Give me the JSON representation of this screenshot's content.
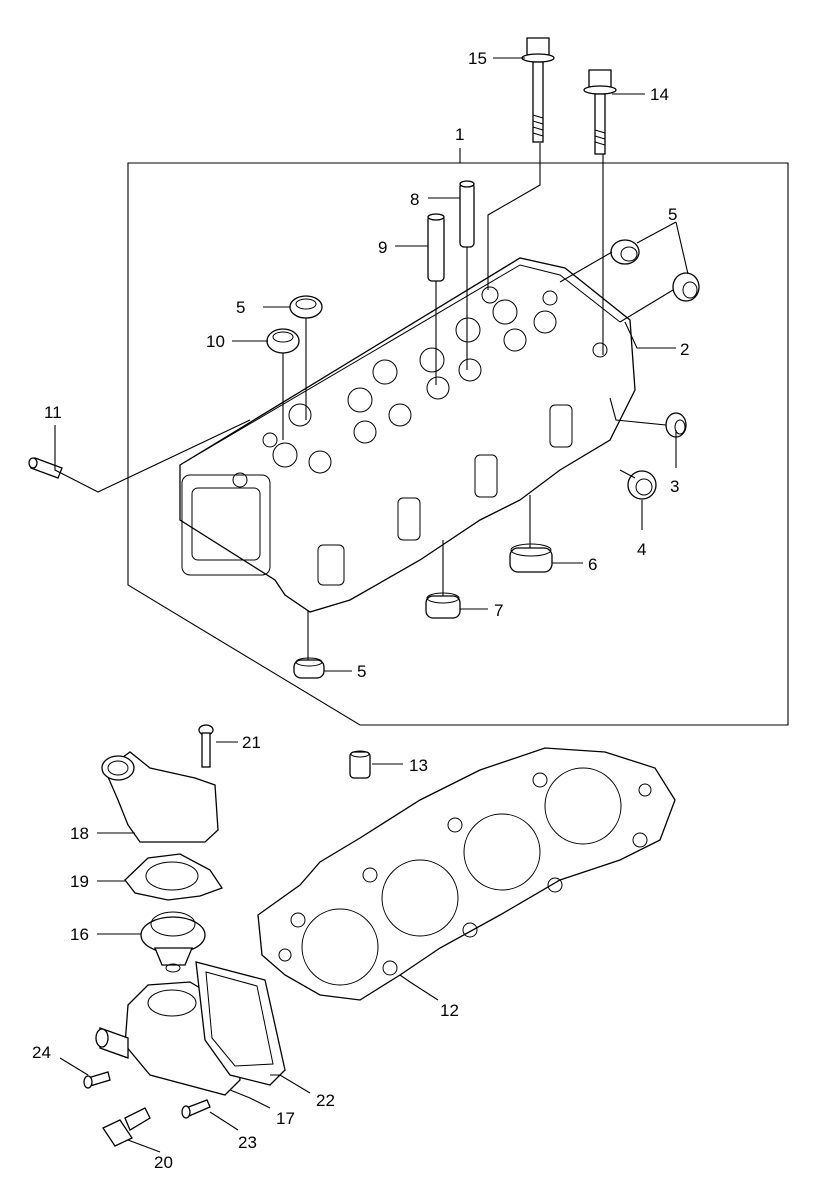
{
  "diagram": {
    "callouts": [
      {
        "id": "c1",
        "label": "1"
      },
      {
        "id": "c2",
        "label": "2"
      },
      {
        "id": "c3",
        "label": "3"
      },
      {
        "id": "c4",
        "label": "4"
      },
      {
        "id": "c5a",
        "label": "5"
      },
      {
        "id": "c5b",
        "label": "5"
      },
      {
        "id": "c5c",
        "label": "5"
      },
      {
        "id": "c6",
        "label": "6"
      },
      {
        "id": "c7",
        "label": "7"
      },
      {
        "id": "c8",
        "label": "8"
      },
      {
        "id": "c9",
        "label": "9"
      },
      {
        "id": "c10",
        "label": "10"
      },
      {
        "id": "c11",
        "label": "11"
      },
      {
        "id": "c12",
        "label": "12"
      },
      {
        "id": "c13",
        "label": "13"
      },
      {
        "id": "c14",
        "label": "14"
      },
      {
        "id": "c15",
        "label": "15"
      },
      {
        "id": "c16",
        "label": "16"
      },
      {
        "id": "c17",
        "label": "17"
      },
      {
        "id": "c18",
        "label": "18"
      },
      {
        "id": "c19",
        "label": "19"
      },
      {
        "id": "c20",
        "label": "20"
      },
      {
        "id": "c21",
        "label": "21"
      },
      {
        "id": "c22",
        "label": "22"
      },
      {
        "id": "c23",
        "label": "23"
      },
      {
        "id": "c24",
        "label": "24"
      }
    ]
  }
}
